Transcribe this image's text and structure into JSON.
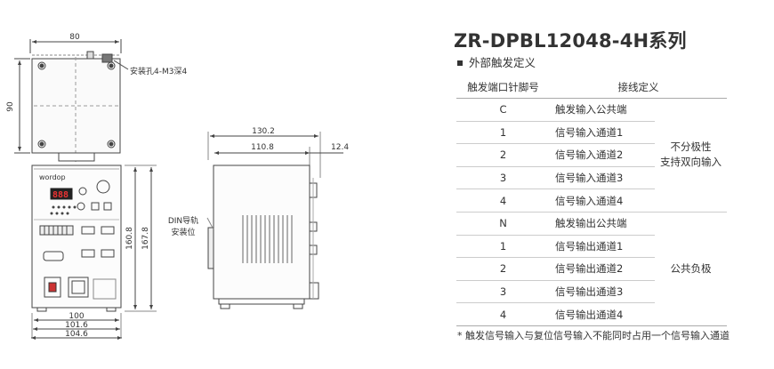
{
  "title": "ZR-DPBL12048-4H系列",
  "section": "外部触发定义",
  "table": {
    "headers": [
      "触发端口针脚号",
      "接线定义"
    ],
    "rows": [
      {
        "pin": "C",
        "def": "触发输入公共端"
      },
      {
        "pin": "1",
        "def": "信号输入通道1"
      },
      {
        "pin": "2",
        "def": "信号输入通道2"
      },
      {
        "pin": "3",
        "def": "信号输入通道3"
      },
      {
        "pin": "4",
        "def": "信号输入通道4"
      },
      {
        "pin": "N",
        "def": "触发输出公共端"
      },
      {
        "pin": "1",
        "def": "信号输出通道1"
      },
      {
        "pin": "2",
        "def": "信号输出通道2"
      },
      {
        "pin": "3",
        "def": "信号输出通道3"
      },
      {
        "pin": "4",
        "def": "信号输出通道4"
      }
    ],
    "group_input_line1": "不分极性",
    "group_input_line2": "支持双向输入",
    "group_output": "公共负极"
  },
  "footnote": "* 触发信号输入与复位信号输入不能同时占用一个信号输入通道",
  "drawing": {
    "dim_top_width": "80",
    "dim_top_height": "90",
    "mount_hole_note": "安装孔4-M3深4",
    "brand": "wordop",
    "display_value": "888",
    "dim_front_height_inner": "160.8",
    "dim_front_height_outer": "167.8",
    "dim_front_width_1": "100",
    "dim_front_width_2": "101.6",
    "dim_front_width_3": "104.6",
    "dim_side_depth_1": "130.2",
    "dim_side_depth_2": "110.8",
    "dim_side_offset": "12.4",
    "din_label_line1": "DIN导轨",
    "din_label_line2": "安装位"
  }
}
